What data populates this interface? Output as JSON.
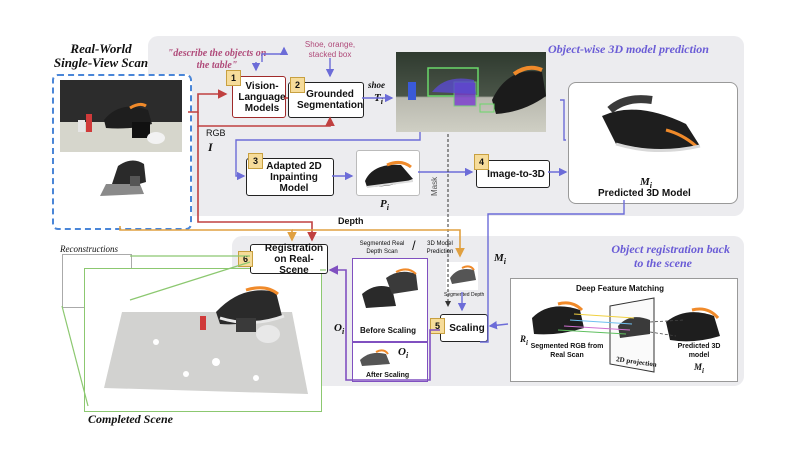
{
  "scan": {
    "title_line1": "Real-World",
    "title_line2": "Single-View Scan",
    "rgb_label": "RGB",
    "rgb_symbol": "I"
  },
  "object_prediction": {
    "title": "Object-wise 3D model prediction",
    "prompt": "\"describe the objects on the table\"",
    "vlm_output": "Shoe, orange, stacked box",
    "step1": {
      "num": "1",
      "label": "Vision-Language Models"
    },
    "step2": {
      "num": "2",
      "label": "Grounded Segmentation"
    },
    "seg_word": "shoe",
    "seg_symbol": "T",
    "seg_sub": "i",
    "step3": {
      "num": "3",
      "label": "Adapted 2D Inpainting Model"
    },
    "inpaint_symbol": "P",
    "inpaint_sub": "i",
    "mask_label": "Mask",
    "step4": {
      "num": "4",
      "label": "Image-to-3D"
    },
    "model_symbol": "M",
    "model_sub": "i",
    "model_label": "Predicted 3D Model"
  },
  "registration": {
    "title_line1": "Object registration back",
    "title_line2": "to the scene",
    "depth_label": "Depth",
    "step6": {
      "num": "6",
      "label": "Registration on Real-Scene"
    },
    "step5": {
      "num": "5",
      "label": "Scaling"
    },
    "col_left": "Segmented Real Depth Scan",
    "col_sep": "/",
    "col_right": "3D Model Prediction",
    "seg_depth_label": "Segmented Depth",
    "mi_symbol": "M",
    "mi_sub": "i",
    "before_label": "Before Scaling",
    "after_label": "After Scaling",
    "oi_symbol": "O",
    "oi_sub": "i",
    "matching": {
      "title": "Deep Feature Matching",
      "r_symbol": "R",
      "r_sub": "i",
      "seg_rgb": "Segmented RGB from Real Scan",
      "projection": "2D projection",
      "pred_model": "Predicted 3D model",
      "m_symbol": "M",
      "m_sub": "i"
    }
  },
  "scene": {
    "recon_label": "Reconstructions",
    "completed_label": "Completed Scene"
  },
  "colors": {
    "panel": "#ececef",
    "purple_title": "#6a5cd6",
    "pink_text": "#b04b7a",
    "red_arrow": "#c04040",
    "blue_arrow": "#6c6cd8",
    "orange_arrow": "#e0a040",
    "green_line": "#8cc870",
    "purple_arrow": "#8050c0",
    "scan_dashed": "#4a86d8"
  }
}
